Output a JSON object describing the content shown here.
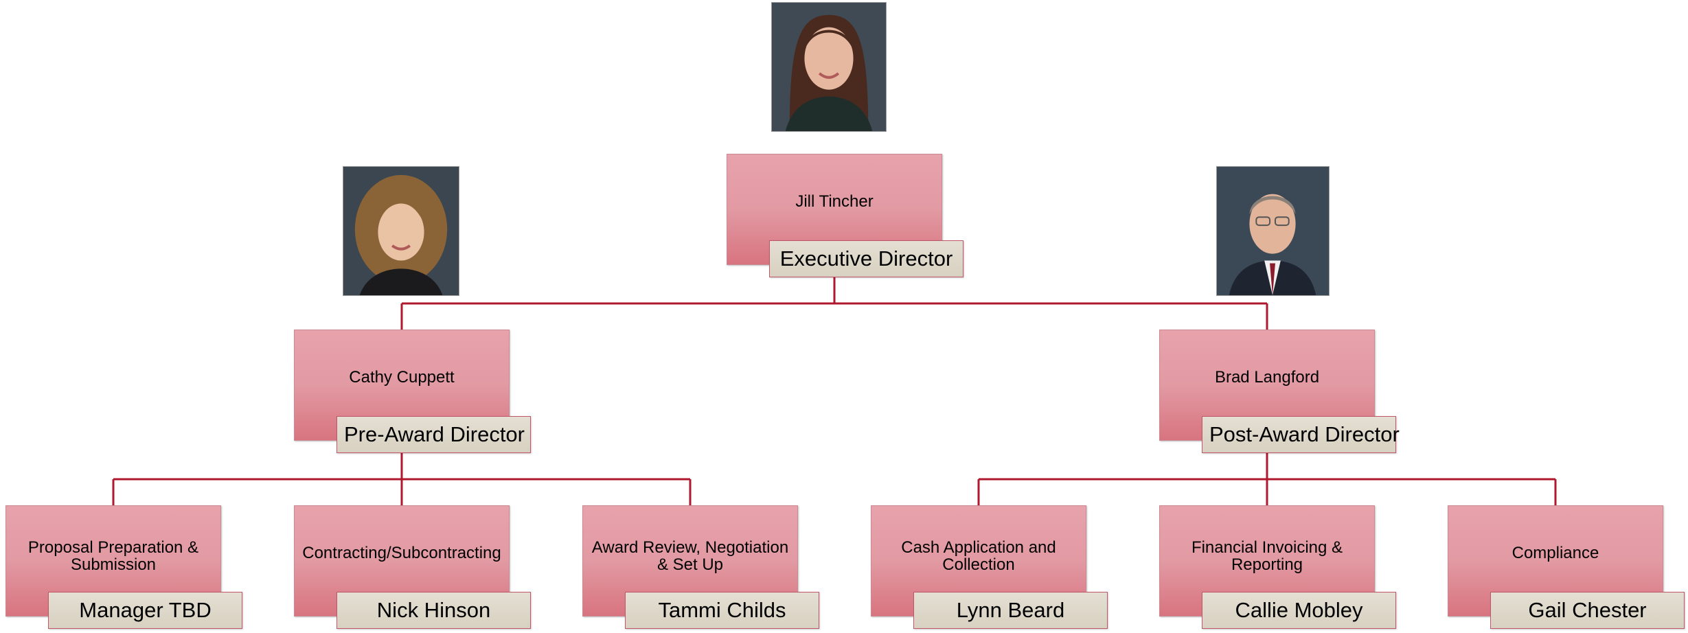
{
  "colors": {
    "connector": "#b0182e",
    "box_top": "#e7a2ab",
    "box_bottom": "#d8747f",
    "tag_bg": "#d8d1c1",
    "tag_border": "#c0566a"
  },
  "executive": {
    "name": "Jill Tincher",
    "title": "Executive Director",
    "photo": "portrait-woman-brown-hair"
  },
  "pre_award": {
    "name": "Cathy Cuppett",
    "title": "Pre-Award Director",
    "photo": "portrait-woman-curly-hair"
  },
  "post_award": {
    "name": "Brad Langford",
    "title": "Post-Award Director",
    "photo": "portrait-man-suit"
  },
  "units": [
    {
      "name": "Proposal Preparation & Submission",
      "person": "Manager TBD"
    },
    {
      "name": "Contracting/Subcontracting",
      "person": "Nick Hinson"
    },
    {
      "name": "Award Review, Negotiation & Set Up",
      "person": "Tammi Childs"
    },
    {
      "name": "Cash Application and Collection",
      "person": "Lynn Beard"
    },
    {
      "name": "Financial Invoicing & Reporting",
      "person": "Callie Mobley"
    },
    {
      "name": "Compliance",
      "person": "Gail Chester"
    }
  ]
}
